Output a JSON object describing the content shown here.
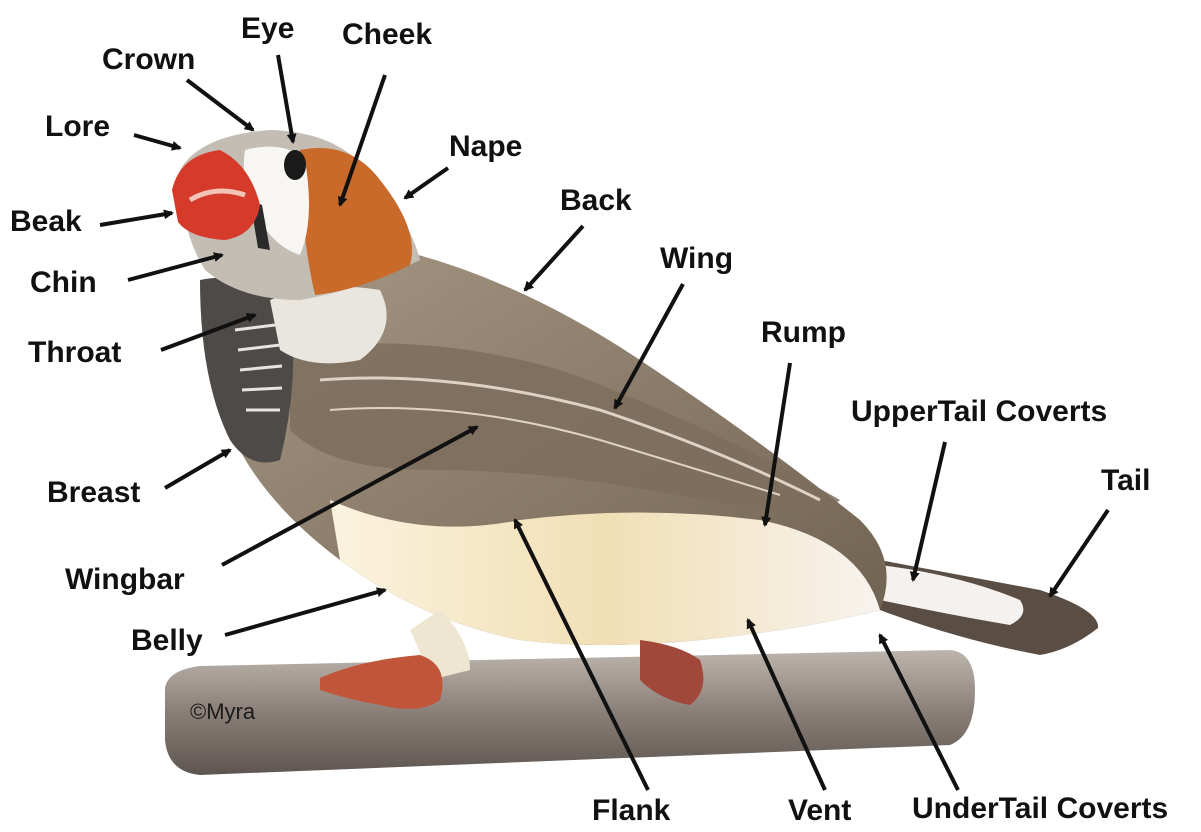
{
  "labels": {
    "eye": "Eye",
    "cheek": "Cheek",
    "crown": "Crown",
    "lore": "Lore",
    "nape": "Nape",
    "beak": "Beak",
    "back": "Back",
    "chin": "Chin",
    "wing": "Wing",
    "throat": "Throat",
    "rump": "Rump",
    "upper_tail_coverts": "UpperTail Coverts",
    "tail": "Tail",
    "breast": "Breast",
    "wingbar": "Wingbar",
    "belly": "Belly",
    "flank": "Flank",
    "vent": "Vent",
    "under_tail_coverts": "UnderTail Coverts"
  },
  "credit": "©Myra",
  "colors": {
    "text": "#111111",
    "arrow": "#111111",
    "head_red_beak": "#d63a2a",
    "cheek_orange": "#c96a2a",
    "body_brown": "#8f7d6a",
    "belly_cream": "#f3e6c6",
    "perch": "#8a7f78"
  }
}
